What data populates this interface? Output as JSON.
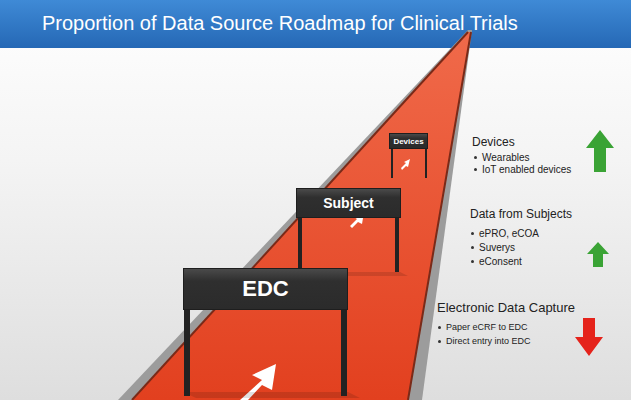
{
  "diagram": {
    "title": "Proportion of Data Source Roadmap for Clinical Trials",
    "nodes": [
      {
        "text": [
          "Devices"
        ]
      },
      {
        "text": [
          "Subject"
        ]
      },
      {
        "text": [
          "EDC"
        ]
      }
    ],
    "labels": [
      "Devices",
      "Wearables",
      "IoT enabled devices",
      "Data from Subjects",
      "ePRO, eCOA",
      "Suverys",
      "eConsent",
      "Electronic Data Capture",
      "Paper eCRF to EDC",
      "Direct entry into EDC"
    ]
  }
}
